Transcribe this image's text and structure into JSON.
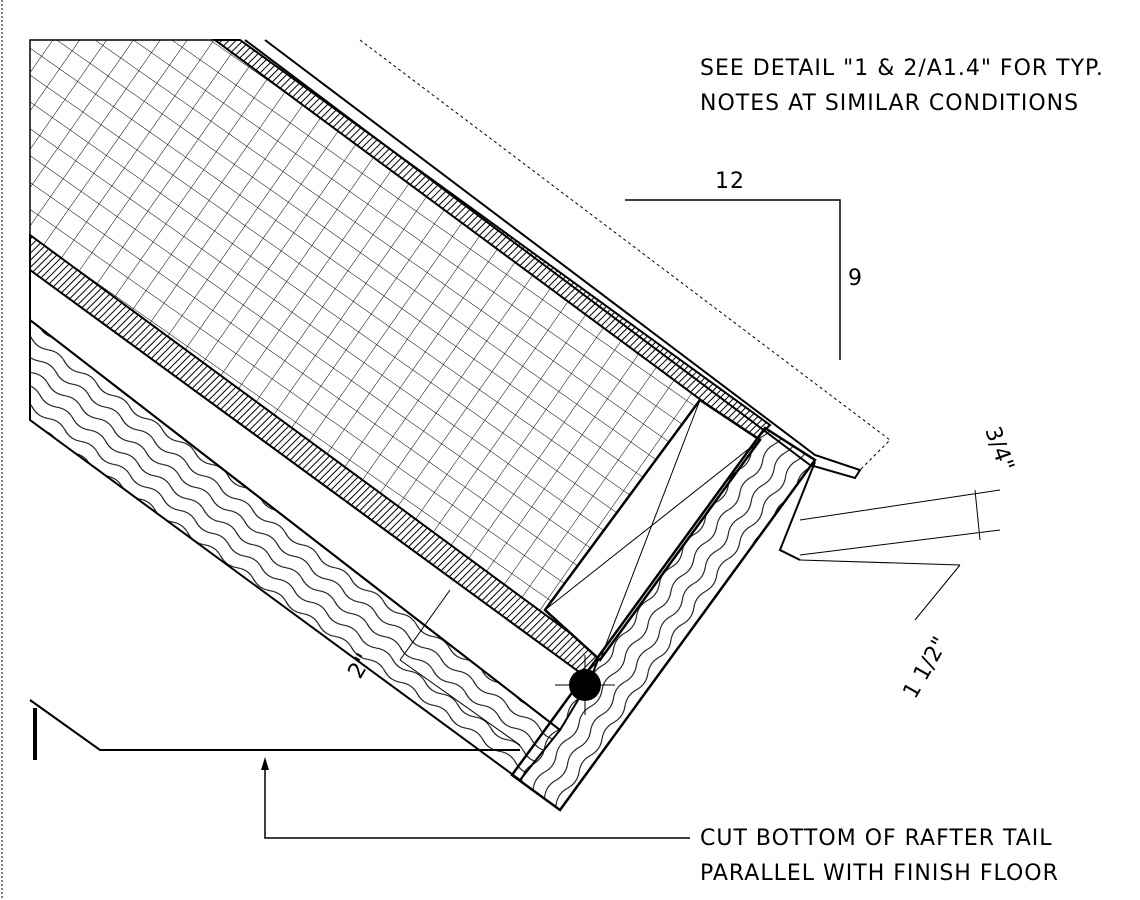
{
  "notes": {
    "top_line1": "SEE DETAIL \"1 & 2/A1.4\" FOR TYP.",
    "top_line2": "NOTES AT SIMILAR CONDITIONS",
    "bottom_line1": "CUT BOTTOM OF RAFTER TAIL",
    "bottom_line2": "PARALLEL WITH FINISH FLOOR"
  },
  "slope": {
    "run": "12",
    "rise": "9"
  },
  "dimensions": {
    "fascia_drop": "3/4\"",
    "fascia_gap": "1 1/2\"",
    "tail_offset": "2\""
  }
}
